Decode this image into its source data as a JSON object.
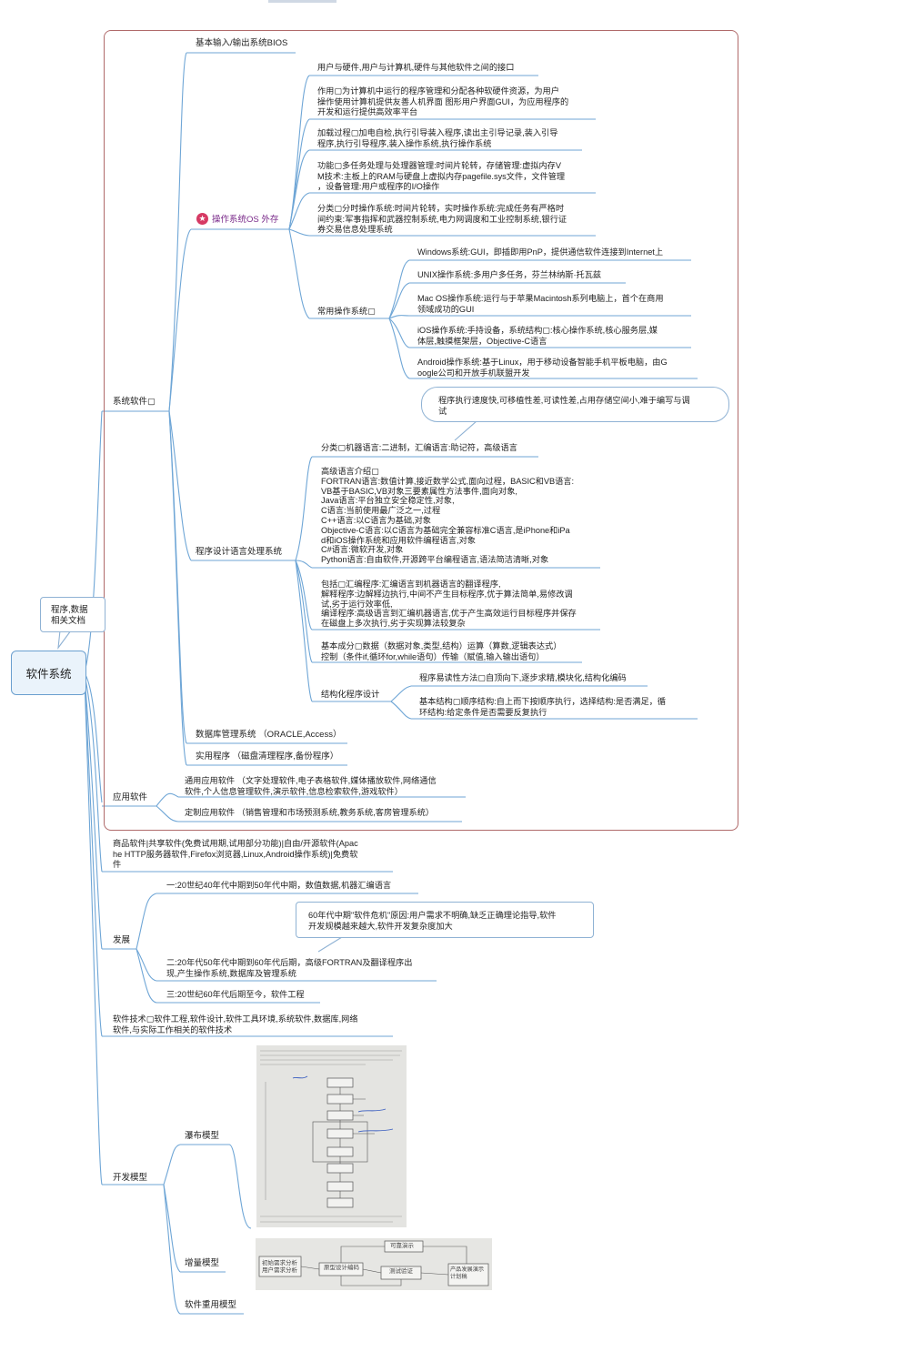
{
  "root": "软件系统",
  "callout_root": "程序,数据\n相关文档",
  "system_software": {
    "label": "系统软件▢",
    "bios": "基本输入/输出系统BIOS",
    "os": {
      "label": "操作系统OS 外存",
      "items": [
        "用户与硬件,用户与计算机,硬件与其他软件之间的接口",
        "作用▢为计算机中运行的程序管理和分配各种软硬件资源，为用户\n操作使用计算机提供友善人机界面 图形用户界面GUI，为应用程序的\n开发和运行提供高效率平台",
        "加载过程▢加电自检,执行引导装入程序,读出主引导记录,装入引导\n程序,执行引导程序,装入操作系统,执行操作系统",
        "功能▢多任务处理与处理器管理:时间片轮转，存储管理:虚拟内存V\nM技术:主板上的RAM与硬盘上虚拟内存pagefile.sys文件，文件管理\n，设备管理:用户或程序的I/O操作",
        "分类▢分时操作系统:时间片轮转，实时操作系统:完成任务有严格时\n间约束:军事指挥和武器控制系统,电力网调度和工业控制系统,银行证\n券交易信息处理系统"
      ],
      "common": {
        "label": "常用操作系统▢",
        "items": [
          "Windows系统:GUI，即插即用PnP，提供通信软件连接到Internet上",
          "UNIX操作系统:多用户多任务，芬兰林纳斯·托瓦兹",
          "Mac OS操作系统:运行与于苹果Macintosh系列电脑上，首个在商用\n领域成功的GUI",
          "iOS操作系统:手持设备，系统结构▢:核心操作系统,核心服务层,媒\n体层,触摸框架层，Objective-C语言",
          "Android操作系统:基于Linux，用于移动设备智能手机平板电脑，由G\noogle公司和开放手机联盟开发"
        ]
      }
    },
    "lang": {
      "label": "程序设计语言处理系统",
      "callout": "程序执行速度快,可移植性差,可读性差,占用存储空间小,难于编写与调\n试",
      "items": [
        "分类▢机器语言:二进制，汇编语言:助记符，高级语言",
        "高级语言介绍▢\nFORTRAN语言:数值计算,接近数学公式,面向过程，BASIC和VB语言:\nVB基于BASIC,VB对象三要素属性方法事件,面向对象,\nJava语言:平台独立安全稳定性,对象,\nC语言:当前使用最广泛之一,过程\nC++语言:以C语言为基础,对象\nObjective-C语言:以C语言为基础完全兼容标准C语言,是iPhone和iPa\nd和iOS操作系统和应用软件编程语言,对象\nC#语言:微软开发,对象\nPython语言:自由软件,开源跨平台编程语言,语法简洁清晰,对象",
        "包括▢汇编程序:汇编语言到机器语言的翻译程序,\n解释程序:边解释边执行,中间不产生目标程序,优于算法简单,易修改调\n试,劣于运行效率低,\n编译程序:高级语言到汇编机器语言,优于产生高效运行目标程序并保存\n在磁盘上多次执行,劣于实现算法较复杂",
        "基本成分▢数据（数据对象,类型,结构）运算（算数,逻辑表达式）\n控制（条件if,循环for,while语句）传输（赋值,输入输出语句）"
      ],
      "structured": {
        "label": "结构化程序设计",
        "items": [
          "程序易读性方法▢自顶向下,逐步求精,模块化,结构化编码",
          "基本结构▢顺序结构:自上而下按顺序执行，选择结构:是否满足，循\n环结构:给定条件是否需要反复执行"
        ]
      }
    },
    "dbms": "数据库管理系统 （ORACLE,Access）",
    "utility": "实用程序 （磁盘清理程序,备份程序）"
  },
  "application_software": {
    "label": "应用软件",
    "general": "通用应用软件 （文字处理软件,电子表格软件,媒体播放软件,网络通信\n软件,个人信息管理软件,演示软件,信息检索软件,游戏软件）",
    "custom": "定制应用软件 （销售管理和市场预测系统,教务系统,客房管理系统）"
  },
  "commercial": "商品软件|共享软件(免费试用期,试用部分功能)|自由/开源软件(Apac\nhe HTTP服务器软件,Firefox浏览器,Linux,Android操作系统)|免费软\n件",
  "development": {
    "label": "发展",
    "items": [
      "一:20世纪40年代中期到50年代中期，数值数据,机器汇编语言",
      "二:20年代50年代中期到60年代后期，高级FORTRAN及翻译程序出\n现,产生操作系统,数据库及管理系统",
      "三:20世纪60年代后期至今，软件工程"
    ],
    "callout": "60年代中期\"软件危机\"原因:用户需求不明确,缺乏正确理论指导,软件\n开发规模越来越大,软件开发复杂度加大"
  },
  "tech": "软件技术▢软件工程,软件设计,软件工具环境,系统软件,数据库,网络\n软件,与实际工作相关的软件技术",
  "models": {
    "label": "开发模型",
    "waterfall": "瀑布模型",
    "incremental": "增量模型",
    "reuse": "软件重用模型",
    "incremental_boxes": [
      "初始需求分析\n用户需求分析",
      "原型设计编码",
      "测试验证",
      "可靠演示",
      "产品发展演示\n计划稿"
    ]
  },
  "colors": {
    "line": "#6fa6d6",
    "frame": "#b06a6a",
    "node_underline": "#7fb0dc",
    "accent": "#d63a64",
    "purple": "#7a2a8a"
  }
}
